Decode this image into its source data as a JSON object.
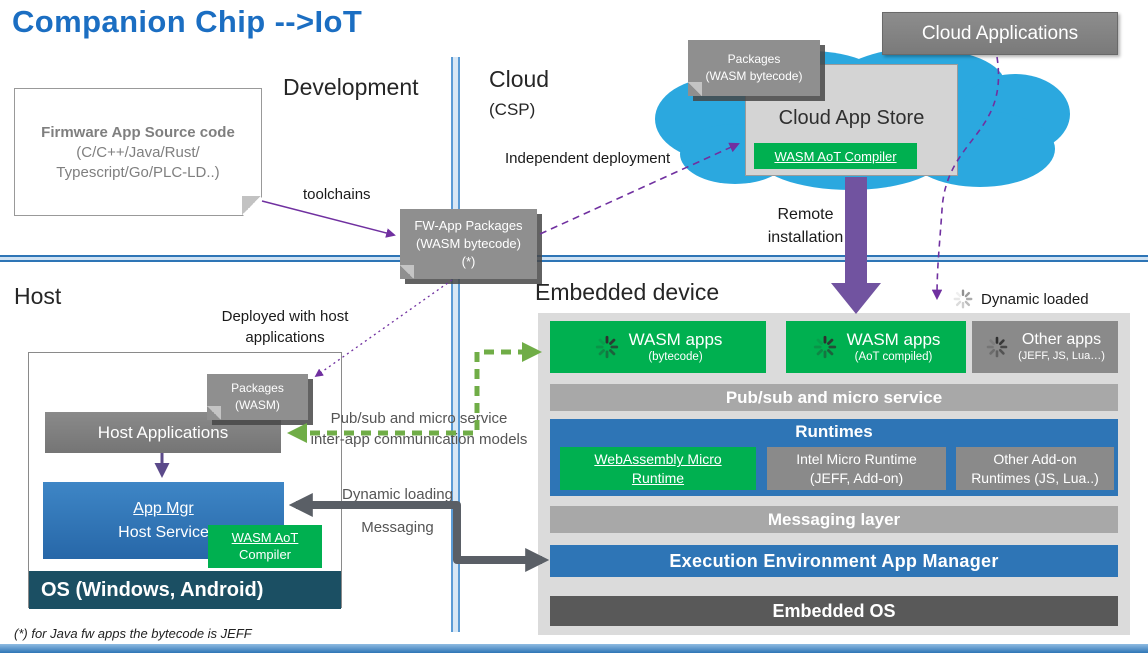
{
  "title": "Companion Chip -->IoT",
  "footnote": "(*) for Java fw apps the bytecode is JEFF",
  "sections": {
    "development": "Development",
    "cloud": "Cloud",
    "cloud_sub": "(CSP)",
    "host": "Host",
    "embedded": "Embedded device"
  },
  "dev_area": {
    "firmware_box": {
      "line1": "Firmware App Source code",
      "line2": "(C/C++/Java/Rust/",
      "line3": "Typescript/Go/PLC-LD..)"
    },
    "toolchains_label": "toolchains",
    "fw_packages": {
      "line1": "FW-App Packages",
      "line2": "(WASM bytecode)",
      "line3": "(*)"
    }
  },
  "cloud_area": {
    "independent_deployment": "Independent deployment",
    "packages_note": {
      "line1": "Packages",
      "line2": "(WASM bytecode)"
    },
    "cloud_app_store": "Cloud App Store",
    "wasm_aot_compiler": "WASM AoT Compiler",
    "cloud_applications": "Cloud Applications",
    "remote_installation": {
      "line1": "Remote",
      "line2": "installation"
    }
  },
  "host_area": {
    "deployed_label": {
      "line1": "Deployed with host",
      "line2": "applications"
    },
    "packages_note": {
      "line1": "Packages",
      "line2": "(WASM)"
    },
    "host_applications": "Host Applications",
    "app_mgr": {
      "line1": "App Mgr",
      "line2": "Host Service"
    },
    "wasm_aot_compiler": {
      "line1": "WASM AoT",
      "line2": "Compiler"
    },
    "os_bar": "OS (Windows, Android)",
    "pubsub_models": {
      "line1": "Pub/sub and micro service",
      "line2": "inter-app communication models"
    },
    "dynamic_loading": "Dynamic loading",
    "messaging": "Messaging"
  },
  "embedded_area": {
    "dynamic_loaded": "Dynamic loaded",
    "apps": [
      {
        "title": "WASM apps",
        "sub": "(bytecode)"
      },
      {
        "title": "WASM apps",
        "sub": "(AoT compiled)"
      },
      {
        "title": "Other apps",
        "sub": "(JEFF, JS, Lua…)"
      }
    ],
    "pubsub_bar": "Pub/sub and micro service",
    "runtimes_title": "Runtimes",
    "runtimes": [
      {
        "line1": "WebAssembly Micro",
        "line2": "Runtime"
      },
      {
        "line1": "Intel Micro Runtime",
        "line2": "(JEFF, Add-on)"
      },
      {
        "line1": "Other Add-on",
        "line2": "Runtimes (JS, Lua..)"
      }
    ],
    "messaging_bar": "Messaging layer",
    "exec_bar": "Execution Environment App Manager",
    "os_bar": "Embedded OS"
  },
  "colors": {
    "title_blue": "#1B6EC2",
    "accent_blue": "#2E75B6",
    "green": "#00B050",
    "box_gray": "#8A8A8A",
    "bar_gray": "#A8A8A8",
    "panel_gray": "#DBDBDB",
    "dark_gray": "#595959",
    "os_teal": "#1B4F63",
    "cloud_blue": "#2BA8DF",
    "arrow_purple": "#7030A0",
    "remote_arrow_purple": "#7153A0",
    "green_arrow": "#70AD47",
    "gray_arrow": "#5A5F66"
  }
}
